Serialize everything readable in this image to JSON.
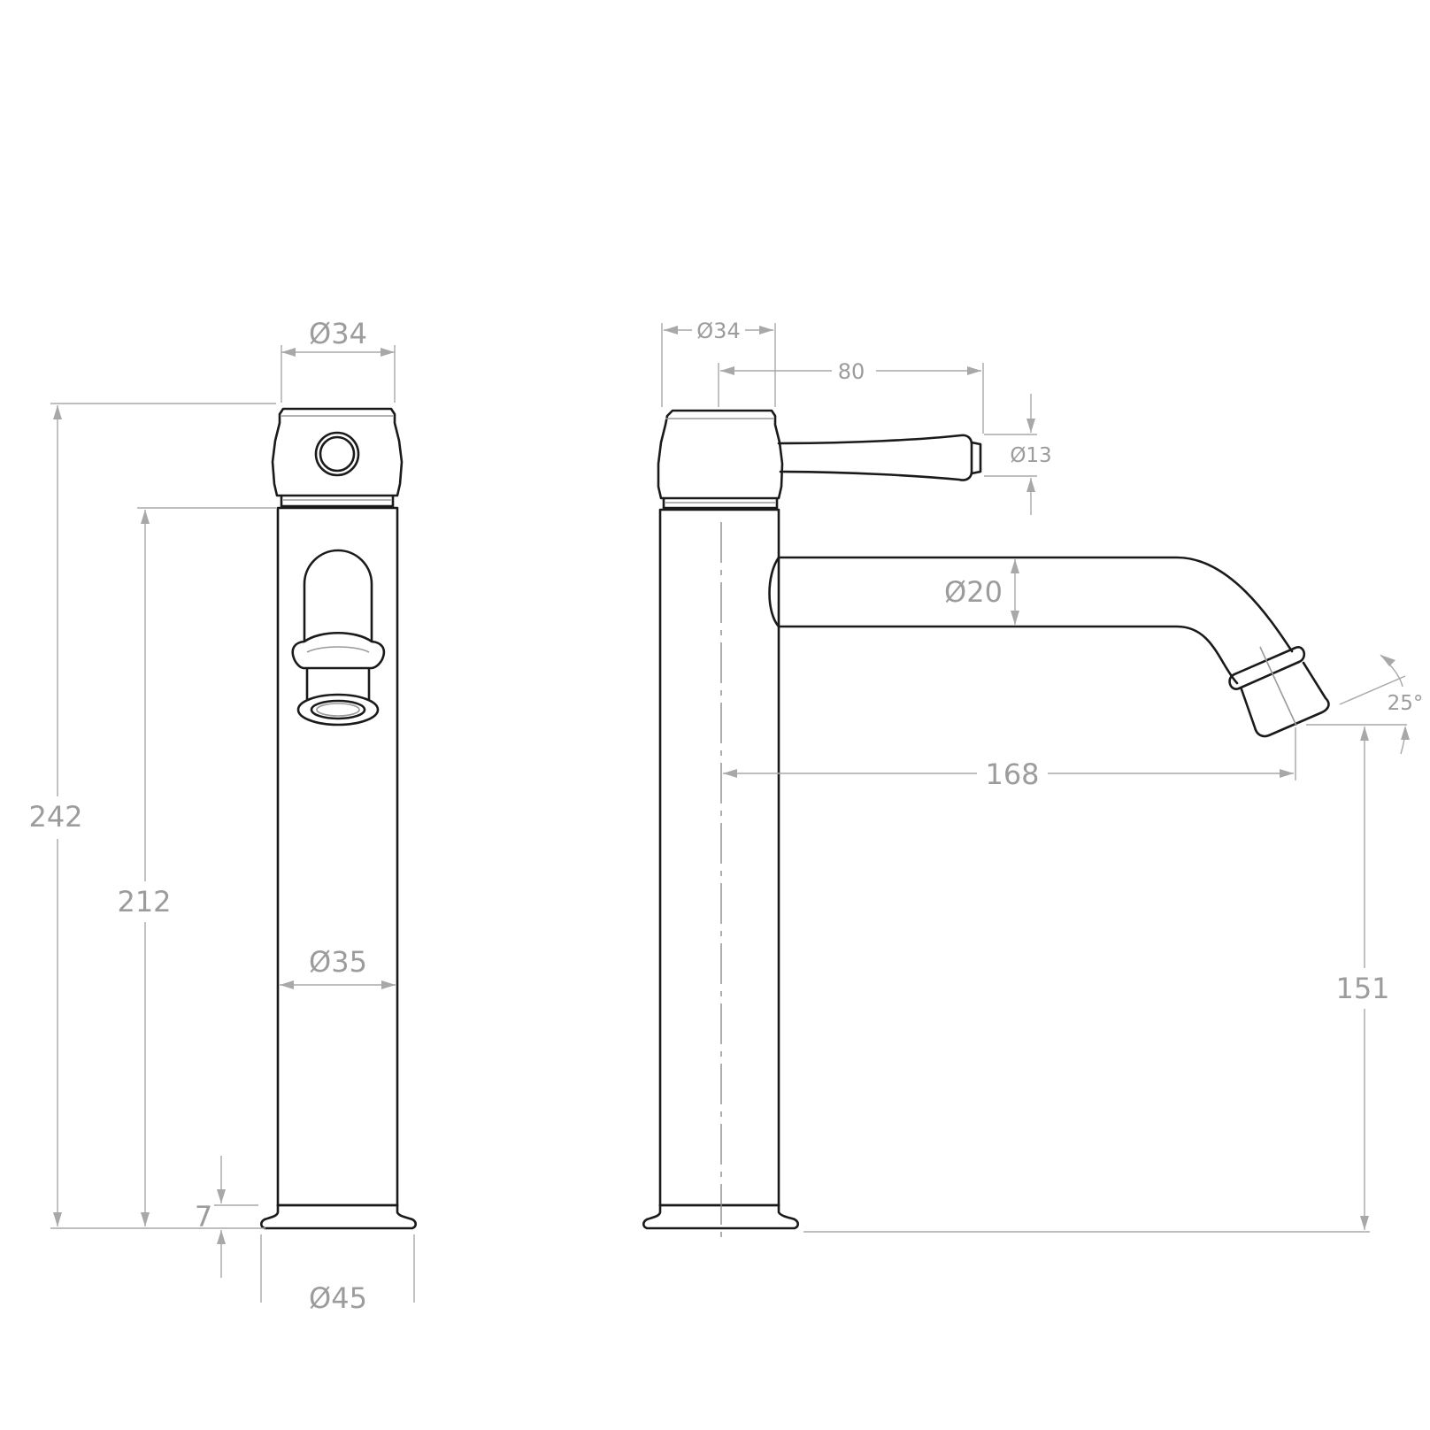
{
  "views": {
    "front": {
      "dimensions": {
        "head_diameter": "Ø34",
        "total_height": "242",
        "body_height": "212",
        "body_diameter": "Ø35",
        "base_height": "7",
        "base_diameter": "Ø45"
      }
    },
    "side": {
      "dimensions": {
        "head_diameter": "Ø34",
        "lever_length": "80",
        "lever_diameter": "Ø13",
        "spout_diameter": "Ø20",
        "spout_reach": "168",
        "spout_height": "151",
        "outlet_angle": "25°"
      }
    }
  },
  "colors": {
    "outline": "#1a1a1a",
    "dimension": "#a8a8a8",
    "background": "#ffffff"
  }
}
